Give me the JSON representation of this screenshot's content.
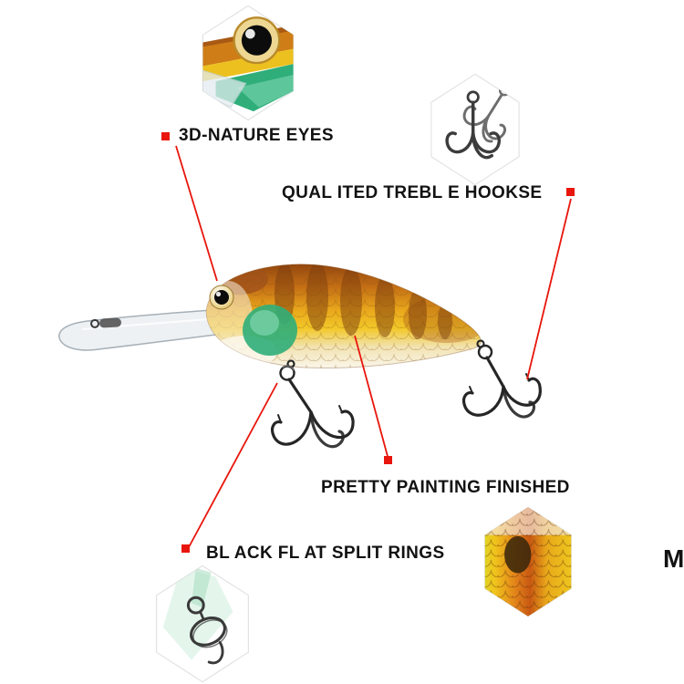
{
  "colors": {
    "accent": "#e8160c",
    "background": "#ffffff",
    "text": "#121212",
    "lure_back": "#a0511a",
    "lure_gold": "#f2c520",
    "lure_green": "#2fae7a"
  },
  "callouts": {
    "eyes": {
      "label": "3D-NATURE EYES"
    },
    "hooks": {
      "label": "QUAL ITED TREBL E HOOKSE"
    },
    "painting": {
      "label": "PRETTY PAINTING FINISHED"
    },
    "split_rings": {
      "label": "BL ACK FL AT SPLIT RINGS"
    }
  },
  "partial_text": "M",
  "insets": {
    "eye": "eye-closeup",
    "hooks": "treble-hooks-closeup",
    "split_ring": "split-ring-closeup",
    "paint": "paint-pattern-closeup"
  }
}
